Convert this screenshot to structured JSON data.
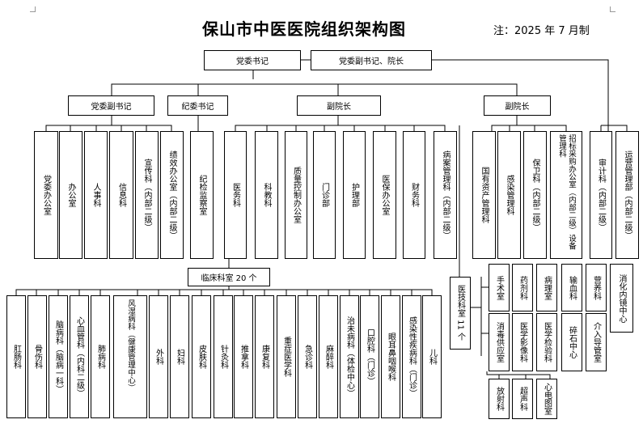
{
  "title": "保山市中医医院组织架构图",
  "note": "注：2025 年 7 月制",
  "top": {
    "secretary": "党委书记",
    "deputy_dean": "党委副书记、院长"
  },
  "level2": {
    "deputy_secretary": "党委副书记",
    "discipline_secretary": "纪委书记",
    "vice_dean_1": "副院长",
    "vice_dean_2": "副院长"
  },
  "depts": {
    "d1": "党委办公室",
    "d2": "办公室",
    "d3": "人事科",
    "d4": "信息科",
    "d5": "宣传科（内部二级）",
    "d6": "绩效办公室（内部二级）",
    "d7": "纪检监察室",
    "d8": "医务科",
    "d9": "科教科",
    "d10": "质量控制办公室",
    "d11": "门诊部",
    "d12": "护理部",
    "d13": "医保办公室",
    "d14": "财务科",
    "d15": "病案管理科（内部二级）",
    "d16": "国有资产管理科",
    "d17": "感染管理科",
    "d18": "保卫科（内部二级）",
    "d19": "招标采购办公室（内部二级）设备管理科",
    "d20": "审计科（内部二级）",
    "d21": "运营管理部（内部二级）"
  },
  "clinical": {
    "header": "临床科室 20 个",
    "items": [
      "肛肠科",
      "骨伤科",
      "脑病科（脑病一科）",
      "心血管科（内科二级）",
      "肺病科",
      "风湿病科（健康管理中心）",
      "外科",
      "妇科",
      "皮肤科",
      "针灸科",
      "推拿科",
      "康复科",
      "重症医学科",
      "急诊科",
      "麻醉科",
      "治未病科（体检中心）",
      "口腔科（门诊）",
      "眼耳鼻咽喉科",
      "感染性疾病科（门诊）",
      "儿科"
    ]
  },
  "tech": {
    "header": "医技科室 11 个",
    "r1": [
      "手术室",
      "药剂科",
      "病理室",
      "输血科"
    ],
    "r2": [
      "消毒供应室",
      "医学影像科",
      "医学检验科",
      "碎石中心"
    ],
    "r3": [
      "放射科",
      "超声科",
      "心电图室"
    ],
    "extra": [
      "营养科",
      "介入导管室"
    ]
  },
  "digestive": "消化内镜中心"
}
